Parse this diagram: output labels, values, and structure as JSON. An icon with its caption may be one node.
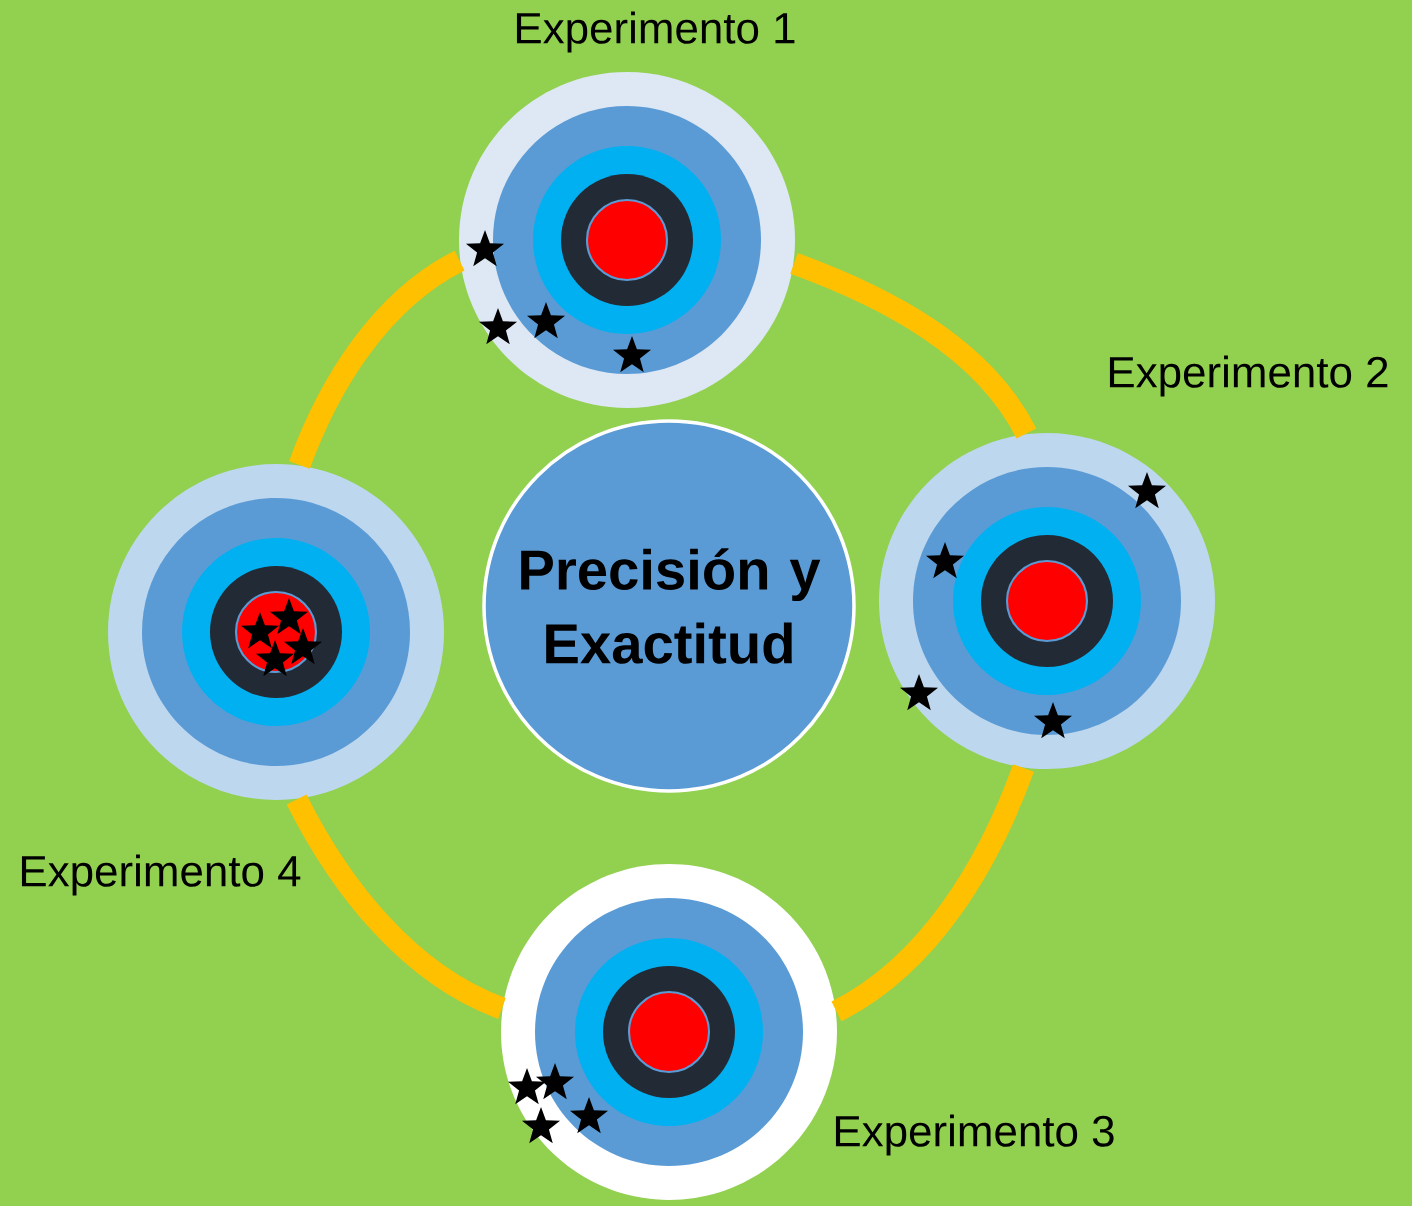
{
  "diagram": {
    "nodes": [
      {
        "text": [
          "Precisión y Exactitud"
        ]
      },
      {
        "text": [
          "Experimento 1"
        ]
      },
      {
        "text": [
          "Experimento 2"
        ]
      },
      {
        "text": [
          "Experimento 3"
        ]
      },
      {
        "text": [
          "Experimento 4"
        ]
      }
    ],
    "edges": [
      {
        "from": 1,
        "to": 2,
        "arrow": "none"
      },
      {
        "from": 2,
        "to": 3,
        "arrow": "none"
      },
      {
        "from": 3,
        "to": 4,
        "arrow": "none"
      },
      {
        "from": 4,
        "to": 1,
        "arrow": "none"
      }
    ]
  }
}
